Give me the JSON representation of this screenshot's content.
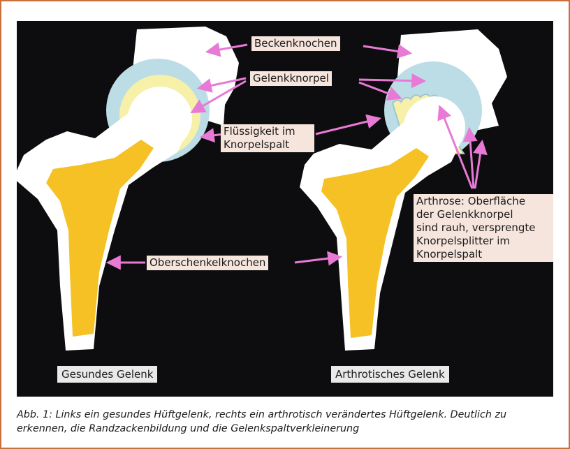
{
  "labels": {
    "pelvis": "Beckenknochen",
    "cartilage": "Gelenkknorpel",
    "fluid_line1": "Flüssigkeit im",
    "fluid_line2": "Knorpelspalt",
    "femur": "Oberschenkelknochen",
    "arthrosis_line1": "Arthrose: Oberfläche",
    "arthrosis_line2": "der Gelenkknorpel",
    "arthrosis_line3": "sind rauh, versprengte",
    "arthrosis_line4": "Knorpelsplitter im",
    "arthrosis_line5": "Knorpelspalt",
    "healthy": "Gesundes Gelenk",
    "arthrotic": "Arthrotisches Gelenk"
  },
  "caption": "Abb. 1: Links ein gesundes Hüftgelenk, rechts ein arthrotisch verändertes Hüftgelenk. Deutlich zu erkennen, die Randzackenbildung und die Gelenkspaltverkleinerung",
  "colors": {
    "background": "#0d0d0f",
    "bone": "#ffffff",
    "marrow": "#f5c125",
    "cartilage": "#f6f0a8",
    "fluid": "#bcdde6",
    "arrow": "#e87ad6",
    "label_bg": "#f6e5dd",
    "frame": "#c8703a"
  }
}
